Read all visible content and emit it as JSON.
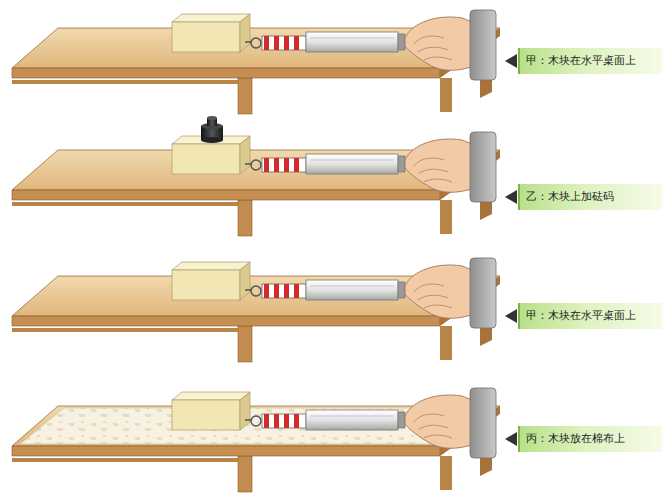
{
  "diagram": {
    "nodes": [
      {
        "text": [
          "甲：木块在水平桌面上"
        ]
      },
      {
        "text": [
          "乙：木块上加砝码"
        ]
      },
      {
        "text": [
          "甲：木块在水平桌面上"
        ]
      },
      {
        "text": [
          "丙：木块放在棉布上"
        ]
      }
    ]
  }
}
